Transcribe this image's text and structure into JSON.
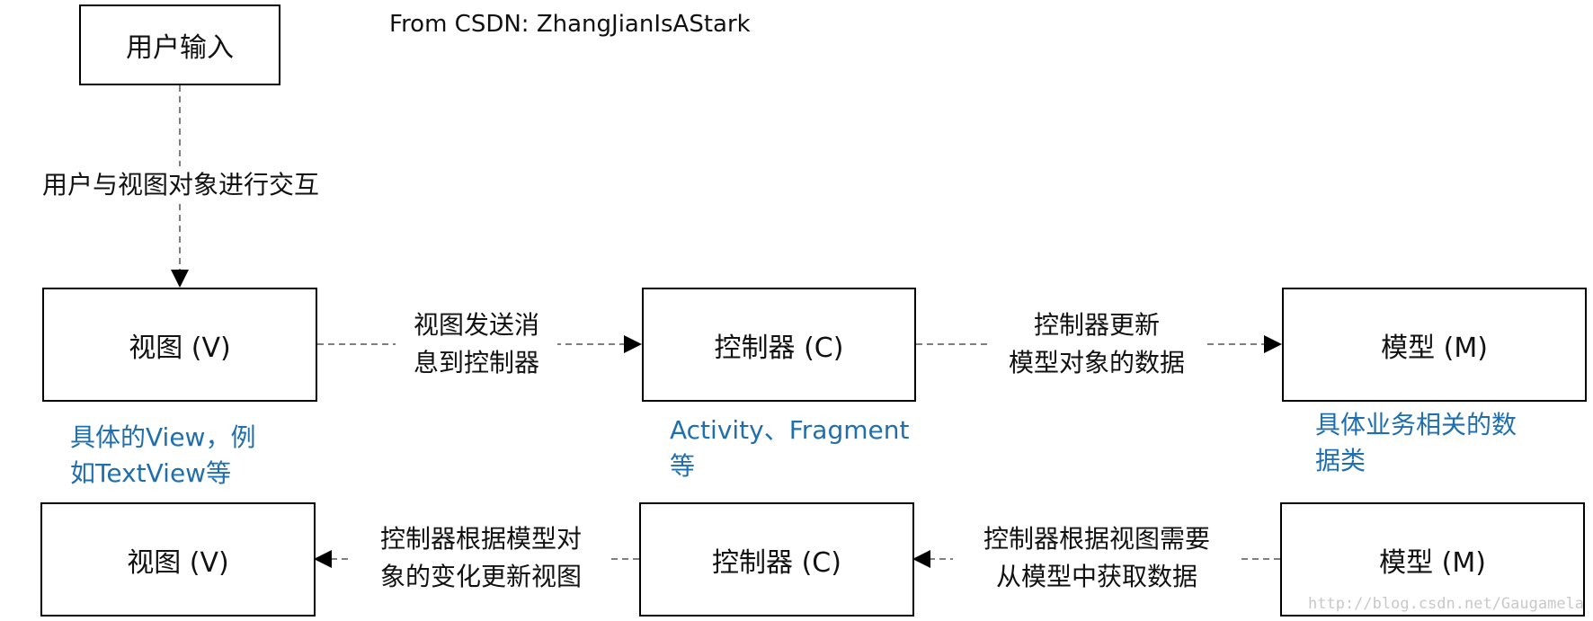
{
  "source_note": "From CSDN: ZhangJianIsAStark",
  "boxes": {
    "user_input": "用户输入",
    "view_top": "视图 (V)",
    "controller_top": "控制器 (C)",
    "model_top": "模型 (M)",
    "view_bottom": "视图 (V)",
    "controller_bottom": "控制器 (C)",
    "model_bottom": "模型 (M)"
  },
  "edges": {
    "user_to_view": "用户与视图对象进行交互",
    "view_to_controller": [
      "视图发送消",
      "息到控制器"
    ],
    "controller_to_model": [
      "控制器更新",
      "模型对象的数据"
    ],
    "model_to_controller": [
      "控制器根据视图需要",
      "从模型中获取数据"
    ],
    "controller_to_view": [
      "控制器根据模型对",
      "象的变化更新视图"
    ]
  },
  "notes": {
    "view": [
      "具体的View，例",
      "如TextView等"
    ],
    "controller": [
      "Activity、Fragment",
      "等"
    ],
    "model": [
      "具体业务相关的数",
      "据类"
    ]
  },
  "colors": {
    "note_text": "#1f6fae",
    "line": "#555555",
    "box_border": "#000000"
  },
  "watermark": "http://blog.csdn.net/Gaugamela"
}
